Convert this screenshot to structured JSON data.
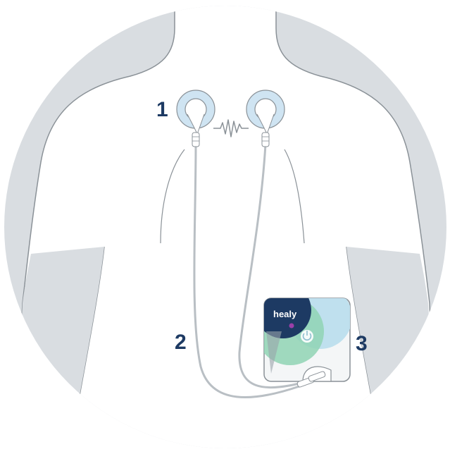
{
  "labels": {
    "electrodes": "1",
    "cables": "2",
    "device": "3"
  },
  "device": {
    "logo_text": "healy"
  },
  "colors": {
    "background_circle": "#d9dde1",
    "body": "#ffffff",
    "outline": "#8a9197",
    "label": "#1d3a63",
    "electrode_ring": "#cfe4f2",
    "device_dark": "#1d3a63",
    "device_light": "#bfe0ee",
    "device_green": "#8fd3b4",
    "logo_dot": "#9a3fa8"
  },
  "icons": {
    "power": "power-icon",
    "signal": "wave-signal-icon"
  }
}
